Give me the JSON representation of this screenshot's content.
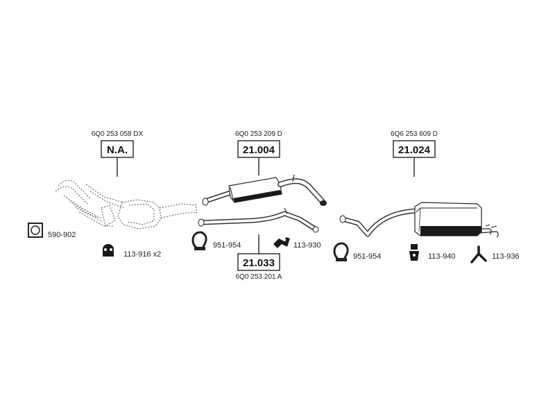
{
  "colors": {
    "line": "#222222",
    "background": "#ffffff",
    "fill_dark": "#1a1a1a"
  },
  "parts": {
    "catalytic": {
      "oem": "6Q0 253 058 DX",
      "number": "N.A."
    },
    "middle_silencer": {
      "oem": "6Q0 253 209 D",
      "number": "21.004"
    },
    "front_pipe": {
      "number": "21.033",
      "oem": "6Q0 253 201 A"
    },
    "rear_silencer": {
      "oem": "6Q6 253 609 D",
      "number": "21.024"
    }
  },
  "accessories": {
    "gasket": {
      "code": "590-902",
      "icon": "square-gasket-icon"
    },
    "hanger_rubber_1": {
      "code": "113-916 x2",
      "icon": "rubber-hanger-icon"
    },
    "clamp_1": {
      "code": "951-954",
      "icon": "pipe-clamp-icon"
    },
    "bracket_1": {
      "code": "113-930",
      "icon": "mounting-bracket-icon"
    },
    "clamp_2": {
      "code": "951-954",
      "icon": "pipe-clamp-icon"
    },
    "hanger_rubber_2": {
      "code": "113-940",
      "icon": "rubber-hanger-icon"
    },
    "hanger_y": {
      "code": "113-936",
      "icon": "y-hanger-icon"
    }
  }
}
